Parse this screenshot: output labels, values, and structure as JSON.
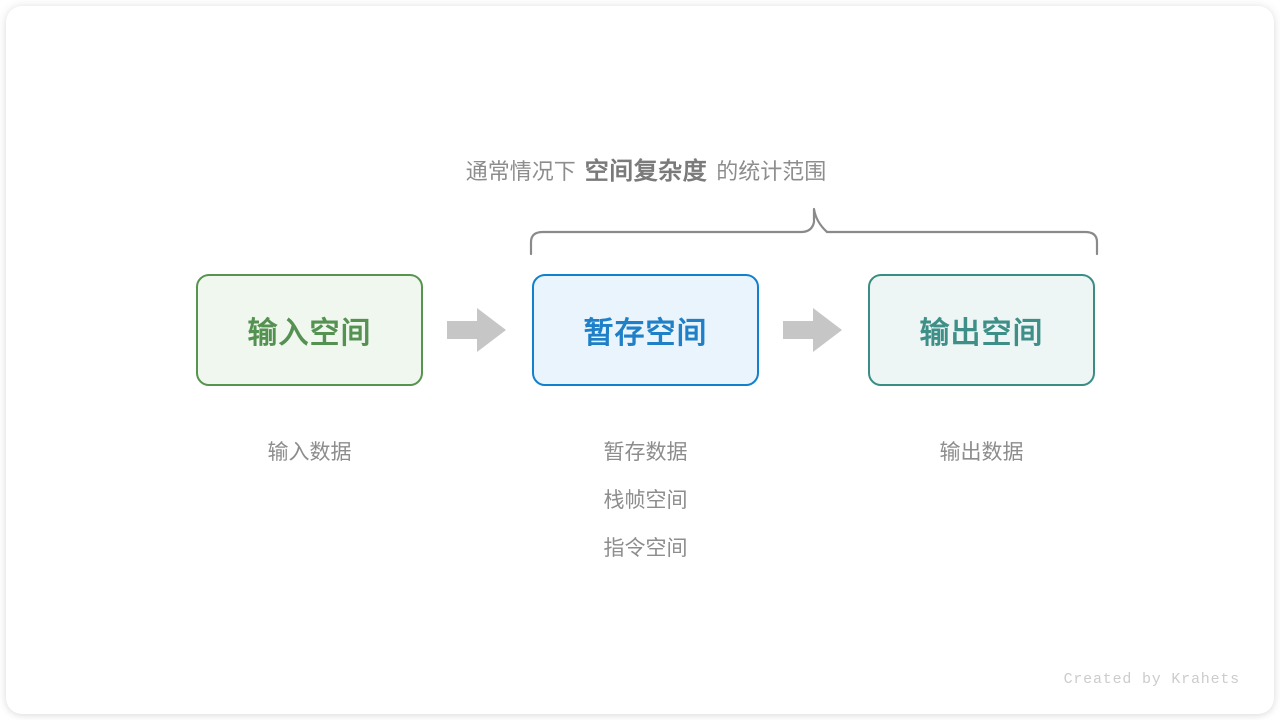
{
  "diagram": {
    "caption": {
      "prefix": "通常情况下",
      "highlight": "空间复杂度",
      "suffix": "的统计范围"
    },
    "brace": {
      "name": "curly-brace",
      "color": "#8a8a8a",
      "spans_boxes": [
        "暂存空间",
        "输出空间"
      ]
    },
    "stages": [
      {
        "id": "input",
        "title": "输入空间",
        "border_color": "#57954f",
        "fill_color": "#eff7ef",
        "text_color": "#559150",
        "captions": [
          "输入数据"
        ]
      },
      {
        "id": "temp",
        "title": "暂存空间",
        "border_color": "#1180cd",
        "fill_color": "#e9f4fc",
        "text_color": "#1f80c8",
        "captions": [
          "暂存数据",
          "栈帧空间",
          "指令空间"
        ]
      },
      {
        "id": "output",
        "title": "输出空间",
        "border_color": "#3a8d85",
        "fill_color": "#edf6f4",
        "text_color": "#3d8f87",
        "captions": [
          "输出数据"
        ]
      }
    ],
    "arrows": [
      {
        "id": "arrow-1",
        "from": "input",
        "to": "temp",
        "color": "#c6c6c6"
      },
      {
        "id": "arrow-2",
        "from": "temp",
        "to": "output",
        "color": "#c6c6c6"
      }
    ],
    "credit": "Created by Krahets"
  }
}
